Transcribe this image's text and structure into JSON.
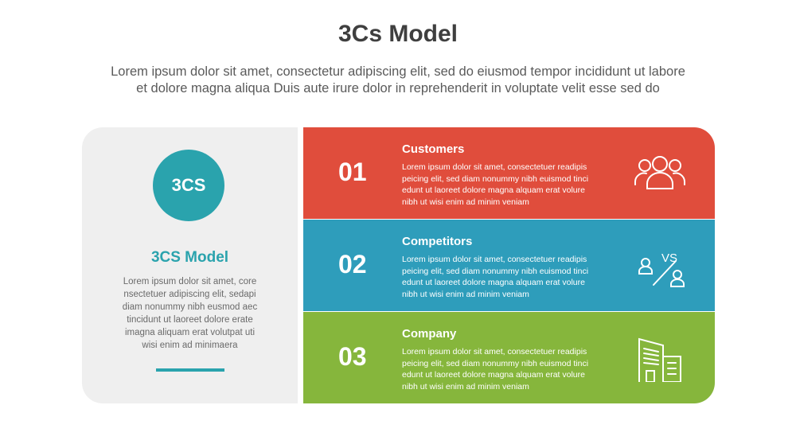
{
  "header": {
    "title": "3Cs Model",
    "subtitle_line1": "Lorem ipsum dolor sit amet, consectetur adipiscing elit, sed do eiusmod tempor incididunt ut labore",
    "subtitle_line2": "et dolore magna aliqua Duis aute irure dolor in reprehenderit in voluptate velit esse sed do"
  },
  "left_panel": {
    "badge": "3CS",
    "title": "3CS Model",
    "body_lines": [
      "Lorem ipsum dolor sit amet, core",
      "nsectetuer adipiscing elit, sedapi",
      "diam nonummy nibh eusmod aec",
      "tincidunt ut laoreet dolore erate",
      "imagna aliquam erat volutpat  uti",
      "wisi enim ad minimaera"
    ]
  },
  "rows": [
    {
      "number": "01",
      "title": "Customers",
      "icon": "people-group-icon",
      "color": "#e04d3c",
      "body_lines": [
        "Lorem ipsum dolor sit amet, consectetuer readipis",
        "peicing elit, sed diam nonummy nibh euismod tinci",
        "edunt ut laoreet dolore magna alquam erat volure",
        "nibh ut wisi enim ad minim veniam"
      ]
    },
    {
      "number": "02",
      "title": "Competitors",
      "icon": "versus-people-icon",
      "icon_text": "VS",
      "color": "#2e9dbb",
      "body_lines": [
        "Lorem ipsum dolor sit amet, consectetuer readipis",
        "peicing elit, sed diam nonummy nibh euismod tinci",
        "edunt ut laoreet dolore magna alquam erat volure",
        "nibh ut wisi enim ad minim veniam"
      ]
    },
    {
      "number": "03",
      "title": "Company",
      "icon": "office-building-icon",
      "color": "#86b63c",
      "body_lines": [
        "Lorem ipsum dolor sit amet, consectetuer readipis",
        "peicing elit, sed diam nonummy nibh euismod tinci",
        "edunt ut laoreet dolore magna alquam erat volure",
        "nibh ut wisi enim ad minim veniam"
      ]
    }
  ]
}
